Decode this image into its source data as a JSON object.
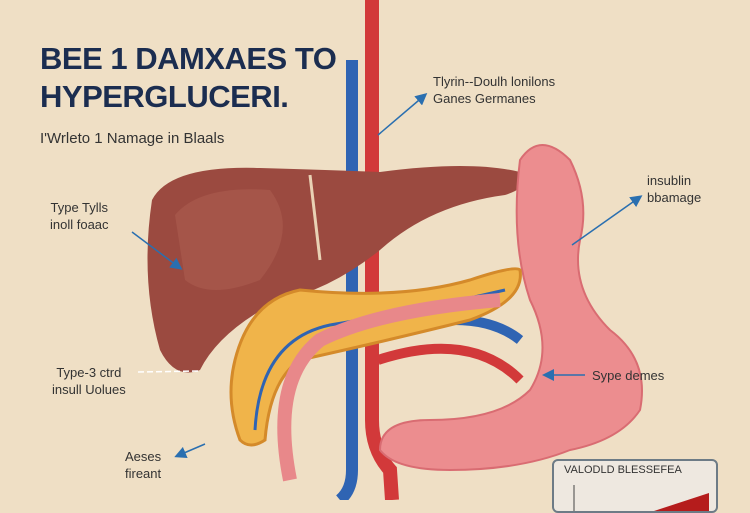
{
  "title": {
    "line1": "BEE 1 DAMXAES TO",
    "line2": "HYPERGLUCERI."
  },
  "subtitle": "I'Wrleto 1 Namage in Blaals",
  "labels": {
    "top_right": [
      "Tlyrin-‑Doulh lonilons",
      "Ganes Germanes"
    ],
    "right_upper": [
      "insublin",
      "bbamage"
    ],
    "left_upper": [
      "Type Tylls",
      "inoll foaac"
    ],
    "left_middle": [
      "Type-3 ctrd",
      "insull Uolues"
    ],
    "right_lower": "Sype demes",
    "left_lower": [
      "Aeses",
      "fireant"
    ]
  },
  "inset_chart": {
    "title": "VALODLD BLESSEFEA"
  },
  "colors": {
    "background": "#efdfc5",
    "title": "#1b2d50",
    "arrow": "#2a6fb0",
    "liver": "#9b4a40",
    "artery": "#d2393a",
    "vein": "#2f64b3",
    "intestine": "#ec8d8f",
    "pancreas": "#f0b44a"
  }
}
